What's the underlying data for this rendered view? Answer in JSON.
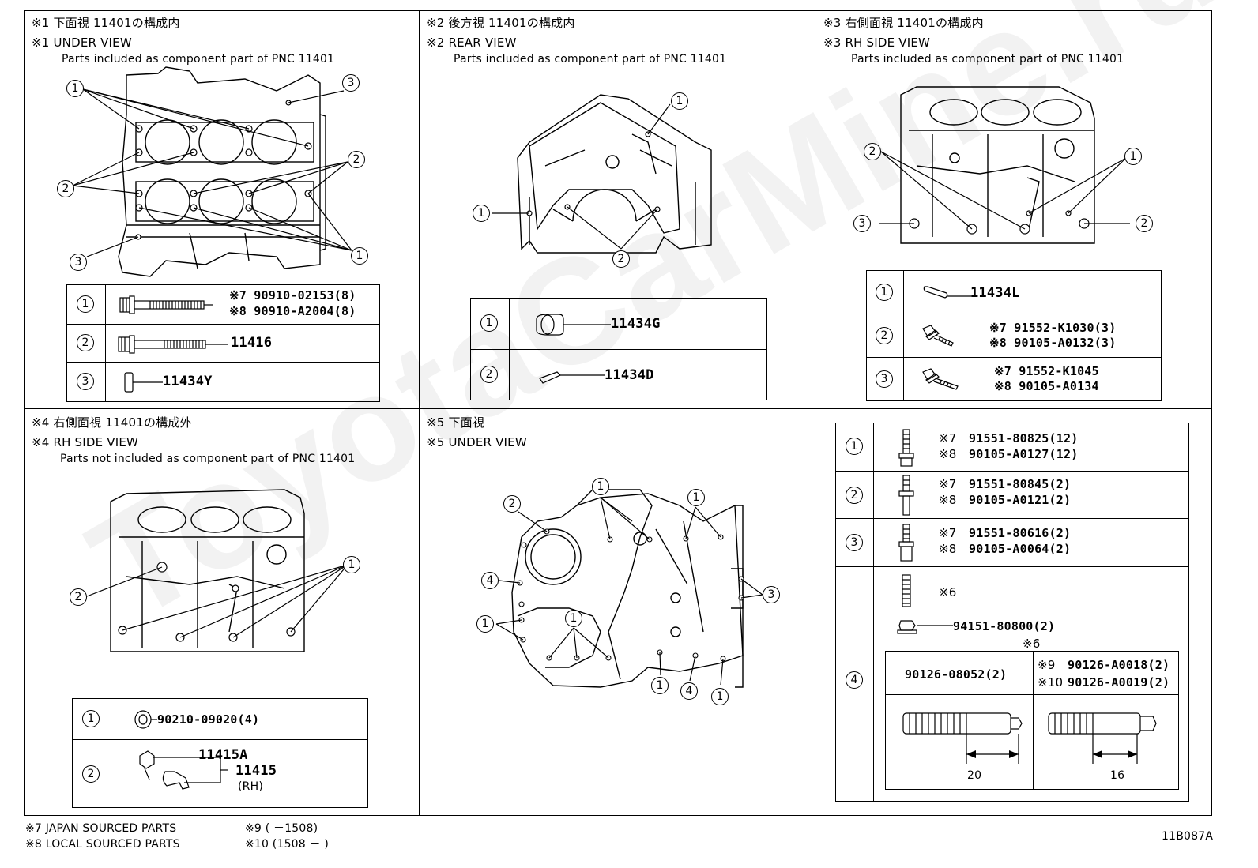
{
  "watermark": "ToyotaCarMine.ru",
  "diagram_id": "11B087A",
  "panels": {
    "p1": {
      "title_jp": "※1 下面視 11401の構成内",
      "title_en": "※1 UNDER VIEW",
      "subtitle": "Parts included as component part of PNC 11401"
    },
    "p2": {
      "title_jp": "※2 後方視 11401の構成内",
      "title_en": "※2 REAR VIEW",
      "subtitle": "Parts included as component part of PNC 11401"
    },
    "p3": {
      "title_jp": "※3 右側面視 11401の構成内",
      "title_en": "※3 RH SIDE VIEW",
      "subtitle": "Parts included as component part of PNC 11401"
    },
    "p4": {
      "title_jp": "※4 右側面視 11401の構成外",
      "title_en": "※4 RH SIDE VIEW",
      "subtitle": "Parts not included as component part of PNC 11401"
    },
    "p5": {
      "title_jp": "※5 下面視",
      "title_en": "※5 UNDER VIEW"
    }
  },
  "callouts": {
    "n1": "1",
    "n2": "2",
    "n3": "3",
    "n4": "4"
  },
  "table1": {
    "r1a": "※7 90910-02153(8)",
    "r1b": "※8 90910-A2004(8)",
    "r2": "11416",
    "r3": "11434Y"
  },
  "table2": {
    "r1": "11434G",
    "r2": "11434D"
  },
  "table3": {
    "r1": "11434L",
    "r2a": "※7 91552-K1030(3)",
    "r2b": "※8 90105-A0132(3)",
    "r3a": "※7 91552-K1045",
    "r3b": "※8 90105-A0134"
  },
  "table4": {
    "r1": "90210-09020(4)",
    "r2a": "11415A",
    "r2b": "11415",
    "r2c": "(RH)"
  },
  "table5": {
    "r1a_mark": "※7",
    "r1a": "91551-80825(12)",
    "r1b_mark": "※8",
    "r1b": "90105-A0127(12)",
    "r2a_mark": "※7",
    "r2a": "91551-80845(2)",
    "r2b_mark": "※8",
    "r2b": "90105-A0121(2)",
    "r3a_mark": "※7",
    "r3a": "91551-80616(2)",
    "r3b_mark": "※8",
    "r3b": "90105-A0064(2)",
    "r4_stud": "※6",
    "r4_nut": "94151-80800(2)",
    "r4_note": "※6",
    "r4_left": "90126-08052(2)",
    "r4_right_a_mark": "※9",
    "r4_right_a": "90126-A0018(2)",
    "r4_right_b_mark": "※10",
    "r4_right_b": "90126-A0019(2)",
    "dim_left": "20",
    "dim_right": "16"
  },
  "footnotes": {
    "f7": "※7 JAPAN SOURCED PARTS",
    "f8": "※8 LOCAL SOURCED PARTS",
    "f9": "※9  (        －1508)",
    "f10": "※10 (1508 －        )"
  }
}
